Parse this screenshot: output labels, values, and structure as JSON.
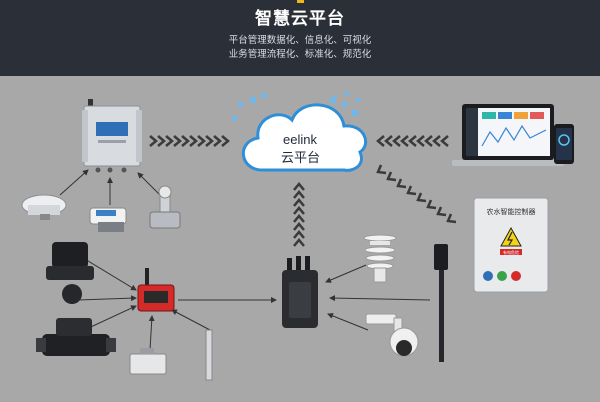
{
  "header": {
    "title": "智慧云平台",
    "subtitle_line1": "平台管理数据化、信息化、可视化",
    "subtitle_line2": "业务管理流程化、标准化、规范化"
  },
  "cloud": {
    "brand": "eelink",
    "label": "云平台"
  },
  "cabinet": {
    "label": "农水智能控制器",
    "warning_label": "有电危险"
  },
  "colors": {
    "header_bg": "#2b2f38",
    "body_bg": "#a8a8a8",
    "accent": "#f2b61d",
    "cloud_blue": "#2e8fd8",
    "controller_red": "#d42a2a"
  }
}
